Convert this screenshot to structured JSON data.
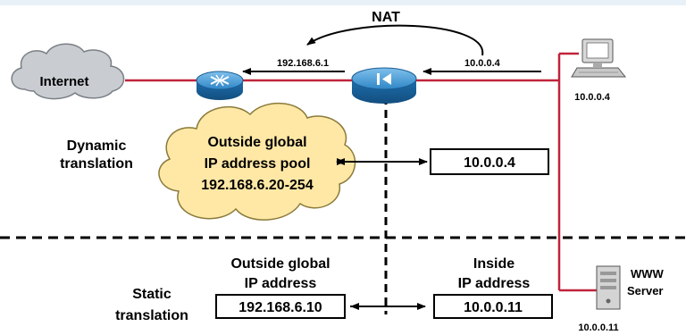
{
  "title": "NAT",
  "internet_label": "Internet",
  "top_flow": {
    "left_addr": "192.168.6.1",
    "right_addr": "10.0.0.4"
  },
  "pc": {
    "addr": "10.0.0.4"
  },
  "server": {
    "line1": "WWW",
    "line2": "Server",
    "addr": "10.0.0.11"
  },
  "dynamic": {
    "label_line1": "Dynamic",
    "label_line2": "translation",
    "pool_line1": "Outside global",
    "pool_line2": "IP address pool",
    "pool_line3": "192.168.6.20-254",
    "inside_addr": "10.0.0.4"
  },
  "static": {
    "label_line1": "Static",
    "label_line2": "translation",
    "outside_line1": "Outside global",
    "outside_line2": "IP address",
    "outside_addr": "192.168.6.10",
    "inside_line1": "Inside",
    "inside_line2": "IP address",
    "inside_addr": "10.0.0.11"
  },
  "colors": {
    "link": "#c0243b",
    "cloud_gray": "#c9cdd2",
    "cloud_yellow": "#ffe8a6",
    "router_blue": "#2f86c7"
  }
}
